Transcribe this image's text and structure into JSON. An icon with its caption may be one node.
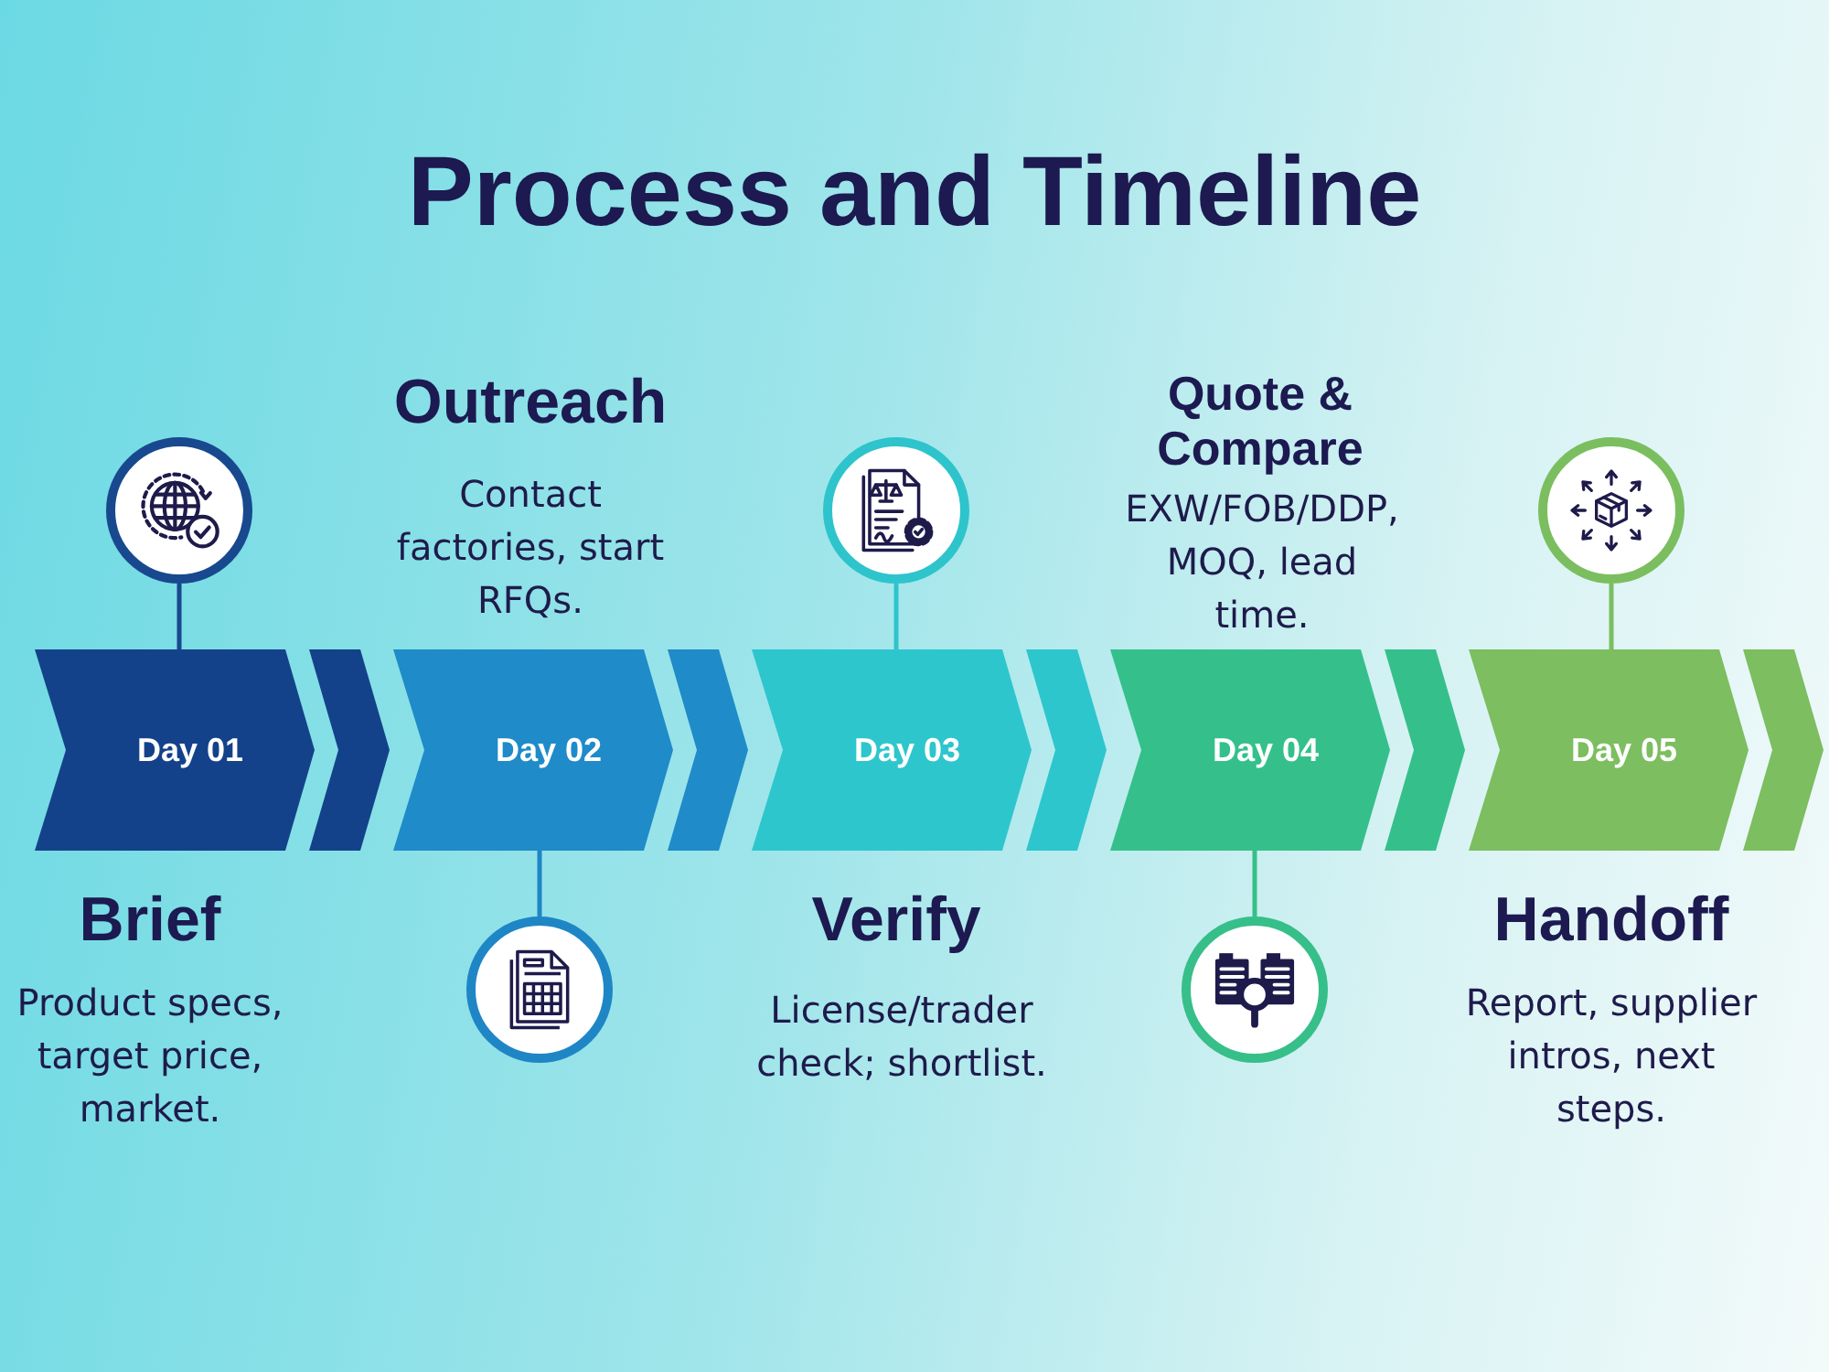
{
  "diagram": {
    "title": "Process and Timeline",
    "nodes": [
      {
        "text": [
          "Day 01"
        ],
        "beside": [
          "Brief",
          "Product specs, target price, market."
        ]
      },
      {
        "text": [
          "Day 02"
        ],
        "beside": [
          "Outreach",
          "Contact factories, start RFQs."
        ]
      },
      {
        "text": [
          "Day 03"
        ],
        "beside": [
          "Verify",
          "License/trader check; shortlist."
        ]
      },
      {
        "text": [
          "Day 04"
        ],
        "beside": [
          "Quote & Compare",
          "EXW/FOB/DDP, MOQ, lead time."
        ]
      },
      {
        "text": [
          "Day 05"
        ],
        "beside": [
          "Handoff",
          "Report, supplier intros, next steps."
        ]
      },
      {
        "text": [],
        "shape": "circle"
      },
      {
        "text": [],
        "shape": "circle"
      },
      {
        "text": [],
        "shape": "circle"
      },
      {
        "text": [],
        "shape": "circle"
      },
      {
        "text": [],
        "shape": "circle"
      }
    ],
    "edges": [
      {
        "from": 0,
        "to": 1,
        "arrow": "to",
        "color": "#14428a"
      },
      {
        "from": 1,
        "to": 2,
        "arrow": "to",
        "color": "#1f8bc9"
      },
      {
        "from": 2,
        "to": 3,
        "arrow": "to",
        "color": "#2ec6cd"
      },
      {
        "from": 3,
        "to": 4,
        "arrow": "to",
        "color": "#35c08b"
      },
      {
        "from": 4,
        "to": null,
        "arrow": "to",
        "color": "#7cbe60"
      },
      {
        "from": 5,
        "to": 0,
        "arrow": "none",
        "color": "#18498f"
      },
      {
        "from": 6,
        "to": 1,
        "arrow": "none",
        "color": "#1f86c6"
      },
      {
        "from": 7,
        "to": 2,
        "arrow": "none",
        "color": "#2ec4cc"
      },
      {
        "from": 8,
        "to": 3,
        "arrow": "none",
        "color": "#37bf89"
      },
      {
        "from": 9,
        "to": 4,
        "arrow": "none",
        "color": "#7bbe5f"
      }
    ]
  }
}
